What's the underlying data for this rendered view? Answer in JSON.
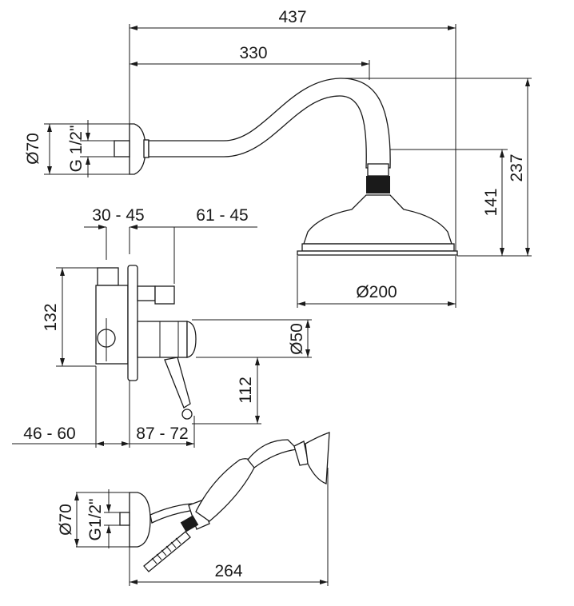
{
  "shower_arm": {
    "width_total": "437",
    "arm_length": "330",
    "flange_diameter": "Ø70",
    "thread": "G 1/2\"",
    "height_total": "237",
    "head_height": "141",
    "head_diameter": "Ø200"
  },
  "mixer": {
    "wall_depth_1": "30 - 45",
    "wall_depth_2": "61 - 45",
    "height": "132",
    "handle_diameter": "Ø50",
    "handle_drop": "112",
    "recess_depth": "46 - 60",
    "projection": "87 - 72"
  },
  "hand_shower": {
    "flange_diameter": "Ø70",
    "thread": "G1/2\"",
    "length": "264"
  }
}
